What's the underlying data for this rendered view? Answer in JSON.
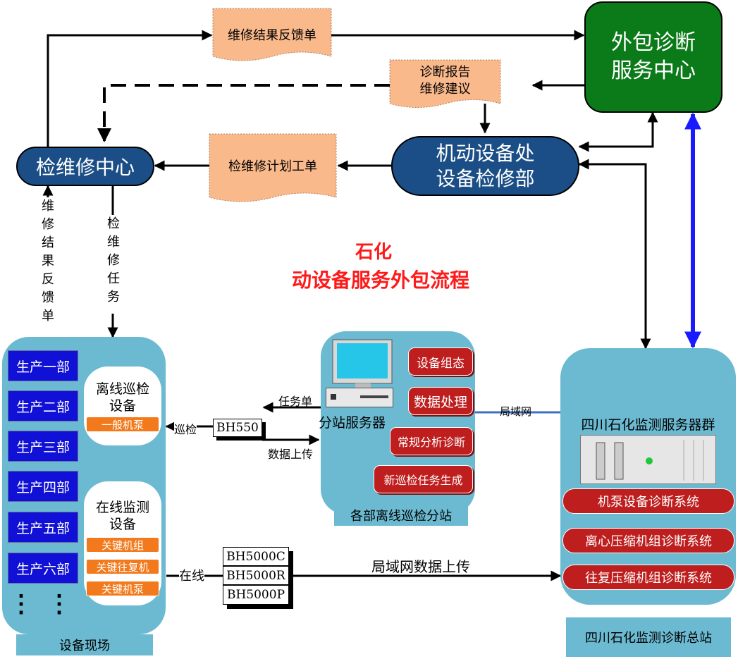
{
  "title": {
    "line1": "石化",
    "line2": "动设备服务外包流程",
    "color": "#ff1a1a"
  },
  "nodes": {
    "outsource_center": {
      "line1": "外包诊断",
      "line2": "服务中心",
      "fill": "#0b7a18"
    },
    "equipment_dept": {
      "line1": "机动设备处",
      "line2": "设备检修部",
      "fill": "#1b4e86"
    },
    "maintenance_center": {
      "label": "检维修中心",
      "fill": "#1b4e86"
    }
  },
  "documents": {
    "feedback_top": "维修结果反馈单",
    "diagnosis_line1": "诊断报告",
    "diagnosis_line2": "维修建议",
    "plan": "检维修计划工单",
    "fill": "#f9b98b"
  },
  "vertical_labels": {
    "feedback": "维修结果反馈单",
    "task": "检维修任务"
  },
  "field": {
    "departments": [
      "生产一部",
      "生产二部",
      "生产三部",
      "生产四部",
      "生产五部",
      "生产六部"
    ],
    "ellipsis": "⋮",
    "offline": {
      "line1": "离线巡检",
      "line2": "设备",
      "tag": "一般机泵"
    },
    "online": {
      "line1": "在线监测",
      "line2": "设备",
      "tags": [
        "关键机组",
        "关键往复机",
        "关键机泵"
      ]
    },
    "caption": "设备现场"
  },
  "devices": {
    "bh550": "BH550",
    "bh5000": [
      "BH5000C",
      "BH5000R",
      "BH5000P"
    ]
  },
  "edge_labels": {
    "inspection": "巡检",
    "task_list": "任务单",
    "data_upload": "数据上传",
    "online": "在线",
    "lan": "局域网",
    "lan_upload": "局域网数据上传"
  },
  "substation": {
    "server": "分站服务器",
    "functions": [
      "设备组态",
      "数据处理",
      "常规分析诊断",
      "新巡检任务生成"
    ],
    "caption": "各部离线巡检分站"
  },
  "main_station": {
    "title": "四川石化监测服务器群",
    "systems": [
      "机泵设备诊断系统",
      "离心压缩机组诊断系统",
      "往复压缩机组诊断系统"
    ],
    "caption": "四川石化监测诊断总站"
  },
  "colors": {
    "panel": "#6bbad1",
    "department": "#1010d6",
    "tag": "#f27a1c",
    "function": "#be1e1e",
    "link": "#1a1aff"
  }
}
